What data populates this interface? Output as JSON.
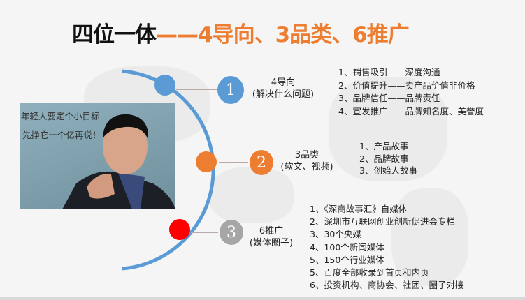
{
  "title": {
    "part1": "四位一体",
    "part2": "——4导向、3品类、6推广"
  },
  "photo": {
    "caption_line1": "年轻人要定个小目标",
    "caption_line2": "先挣它一个亿再说！"
  },
  "colors": {
    "blue": "#5b9bd5",
    "orange": "#ed7d31",
    "red": "#ff0000",
    "gray": "#a6a6a6",
    "accent": "#ed7d31"
  },
  "sections": [
    {
      "number": "1",
      "title": "4导向",
      "subtitle": "(解决什么问题)",
      "items": [
        "1、销售吸引——深度沟通",
        "2、价值提升——卖产品价值非价格",
        "3、品牌信任——品牌责任",
        "4、宣发推广——品牌知名度、美誉度"
      ]
    },
    {
      "number": "2",
      "title": "3品类",
      "subtitle": "(软文、视频)",
      "items": [
        "1、产品故事",
        "2、品牌故事",
        "3、创始人故事"
      ]
    },
    {
      "number": "3",
      "title": "6推广",
      "subtitle": "(媒体圈子)",
      "items": [
        "1、《深商故事汇》自媒体",
        "2、深圳市互联网创业创新促进会专栏",
        "3、30个央媒",
        "4、100个新闻媒体",
        "5、150个行业媒体",
        "5、百度全部收录到首页和内页",
        "6、投资机构、商协会、社团、圈子对接"
      ]
    }
  ]
}
